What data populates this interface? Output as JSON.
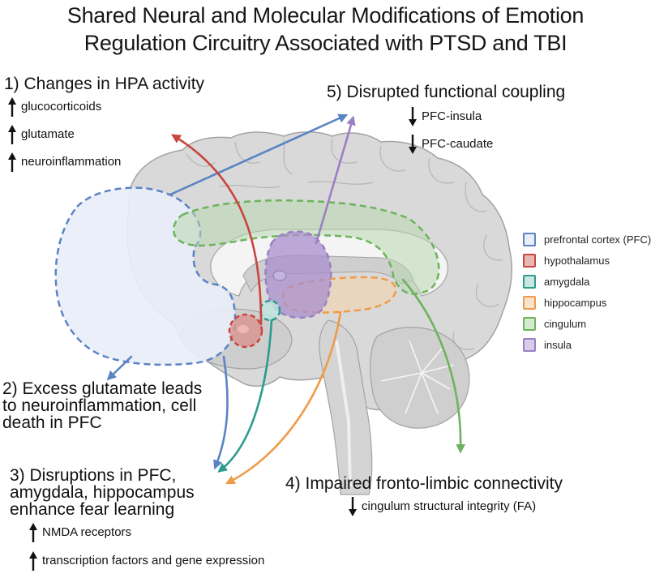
{
  "title": {
    "line1": "Shared Neural and Molecular Modifications of Emotion",
    "line2": "Regulation Circuitry Associated with PTSD and TBI"
  },
  "sections": {
    "s1": {
      "heading": "1) Changes in HPA activity",
      "items": [
        {
          "direction": "up",
          "label": "glucocorticoids"
        },
        {
          "direction": "up",
          "label": "glutamate"
        },
        {
          "direction": "up",
          "label": "neuroinflammation"
        }
      ]
    },
    "s2": {
      "lines": [
        "2) Excess glutamate leads",
        "to neuroinflammation, cell",
        "death in PFC"
      ]
    },
    "s3": {
      "lines": [
        "3) Disruptions in PFC,",
        "amygdala, hippocampus",
        "enhance fear learning"
      ],
      "items": [
        {
          "direction": "up",
          "label": "NMDA receptors"
        },
        {
          "direction": "up",
          "label": "transcription factors and gene expression"
        }
      ]
    },
    "s4": {
      "heading": "4) Impaired fronto-limbic connectivity",
      "items": [
        {
          "direction": "down",
          "label": "cingulum structural integrity (FA)"
        }
      ]
    },
    "s5": {
      "heading": "5) Disrupted functional coupling",
      "items": [
        {
          "direction": "down",
          "label": "PFC-insula"
        },
        {
          "direction": "down",
          "label": "PFC-caudate"
        }
      ]
    }
  },
  "legend": [
    {
      "label": "prefrontal cortex (PFC)",
      "stroke": "#5b84c4",
      "fill": "#e8eef8"
    },
    {
      "label": "hypothalamus",
      "stroke": "#c9453f",
      "fill": "#e8b7b4"
    },
    {
      "label": "amygdala",
      "stroke": "#2a9d8f",
      "fill": "#c9e6e2"
    },
    {
      "label": "hippocampus",
      "stroke": "#ef9b4a",
      "fill": "#f9e3cc"
    },
    {
      "label": "cingulum",
      "stroke": "#6db35d",
      "fill": "#d6ead0"
    },
    {
      "label": "insula",
      "stroke": "#9b7fc4",
      "fill": "#d8cce8"
    }
  ],
  "colors": {
    "pfc": "#5b84c4",
    "hypothalamus": "#c9453f",
    "amygdala": "#2a9d8f",
    "hippocampus": "#ef9b4a",
    "cingulum": "#6db35d",
    "insula": "#9b7fc4",
    "brain_fill": "#d9d9d9",
    "brain_stroke": "#a3a3a3"
  }
}
